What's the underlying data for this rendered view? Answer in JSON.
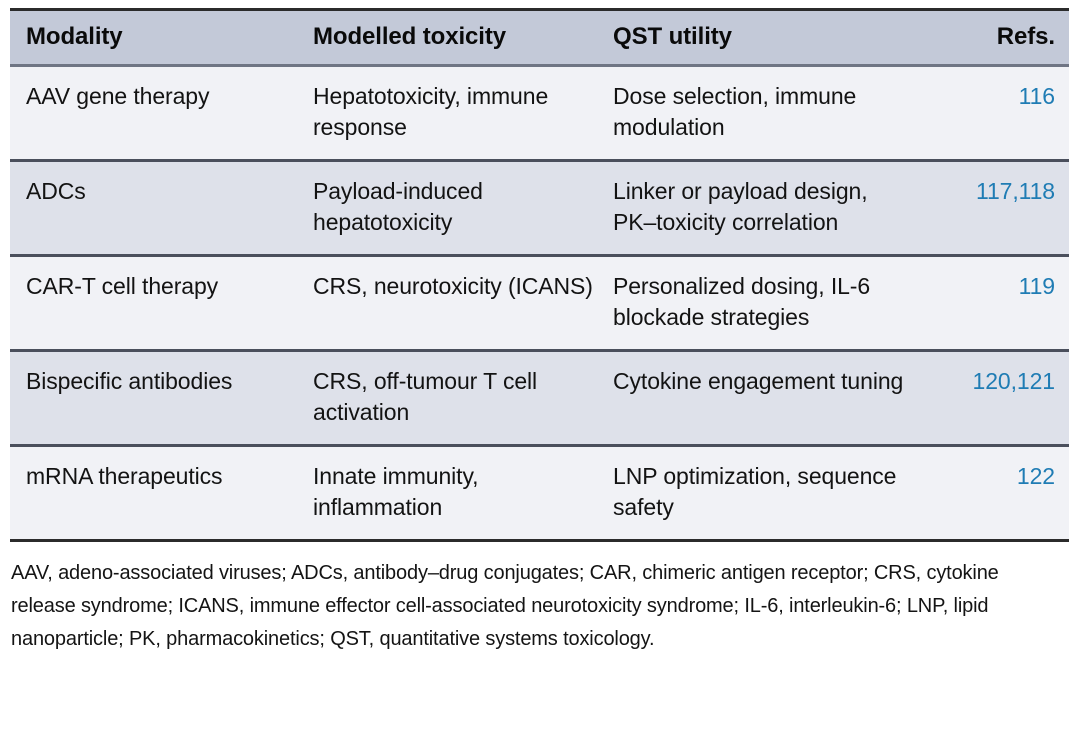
{
  "table": {
    "columns": [
      {
        "key": "modality",
        "label": "Modality",
        "align": "left"
      },
      {
        "key": "toxicity",
        "label": "Modelled toxicity",
        "align": "left"
      },
      {
        "key": "utility",
        "label": "QST utility",
        "align": "left"
      },
      {
        "key": "refs",
        "label": "Refs.",
        "align": "right"
      }
    ],
    "rows": [
      {
        "modality": "AAV gene therapy",
        "toxicity": "Hepatotoxicity, immune response",
        "utility": "Dose selection, immune modulation",
        "refs": "116"
      },
      {
        "modality": "ADCs",
        "toxicity": "Payload-induced hepatotoxicity",
        "utility": "Linker or payload design, PK–toxicity correlation",
        "refs": "117,118"
      },
      {
        "modality": "CAR-T cell therapy",
        "toxicity": "CRS, neurotoxicity (ICANS)",
        "utility": "Personalized dosing, IL-6 blockade strategies",
        "refs": "119"
      },
      {
        "modality": "Bispecific antibodies",
        "toxicity": "CRS, off-tumour T cell activation",
        "utility": "Cytokine engagement tuning",
        "refs": "120,121"
      },
      {
        "modality": "mRNA therapeutics",
        "toxicity": "Innate immunity, inflammation",
        "utility": "LNP optimization, sequence safety",
        "refs": "122"
      }
    ]
  },
  "footnote": "AAV, adeno-associated viruses; ADCs, antibody–drug conjugates; CAR, chimeric antigen receptor; CRS, cytokine release syndrome; ICANS, immune effector cell-associated neurotoxicity syndrome; IL-6, interleukin-6; LNP, lipid nanoparticle; PK, pharmacokinetics; QST, quantitative systems toxicology.",
  "colors": {
    "header_background": "#c3c9d8",
    "row_odd_background": "#f1f2f6",
    "row_even_background": "#dee1ea",
    "reference_link": "#1f7cb4",
    "rule": "#2b2b2b",
    "text": "#131313"
  }
}
